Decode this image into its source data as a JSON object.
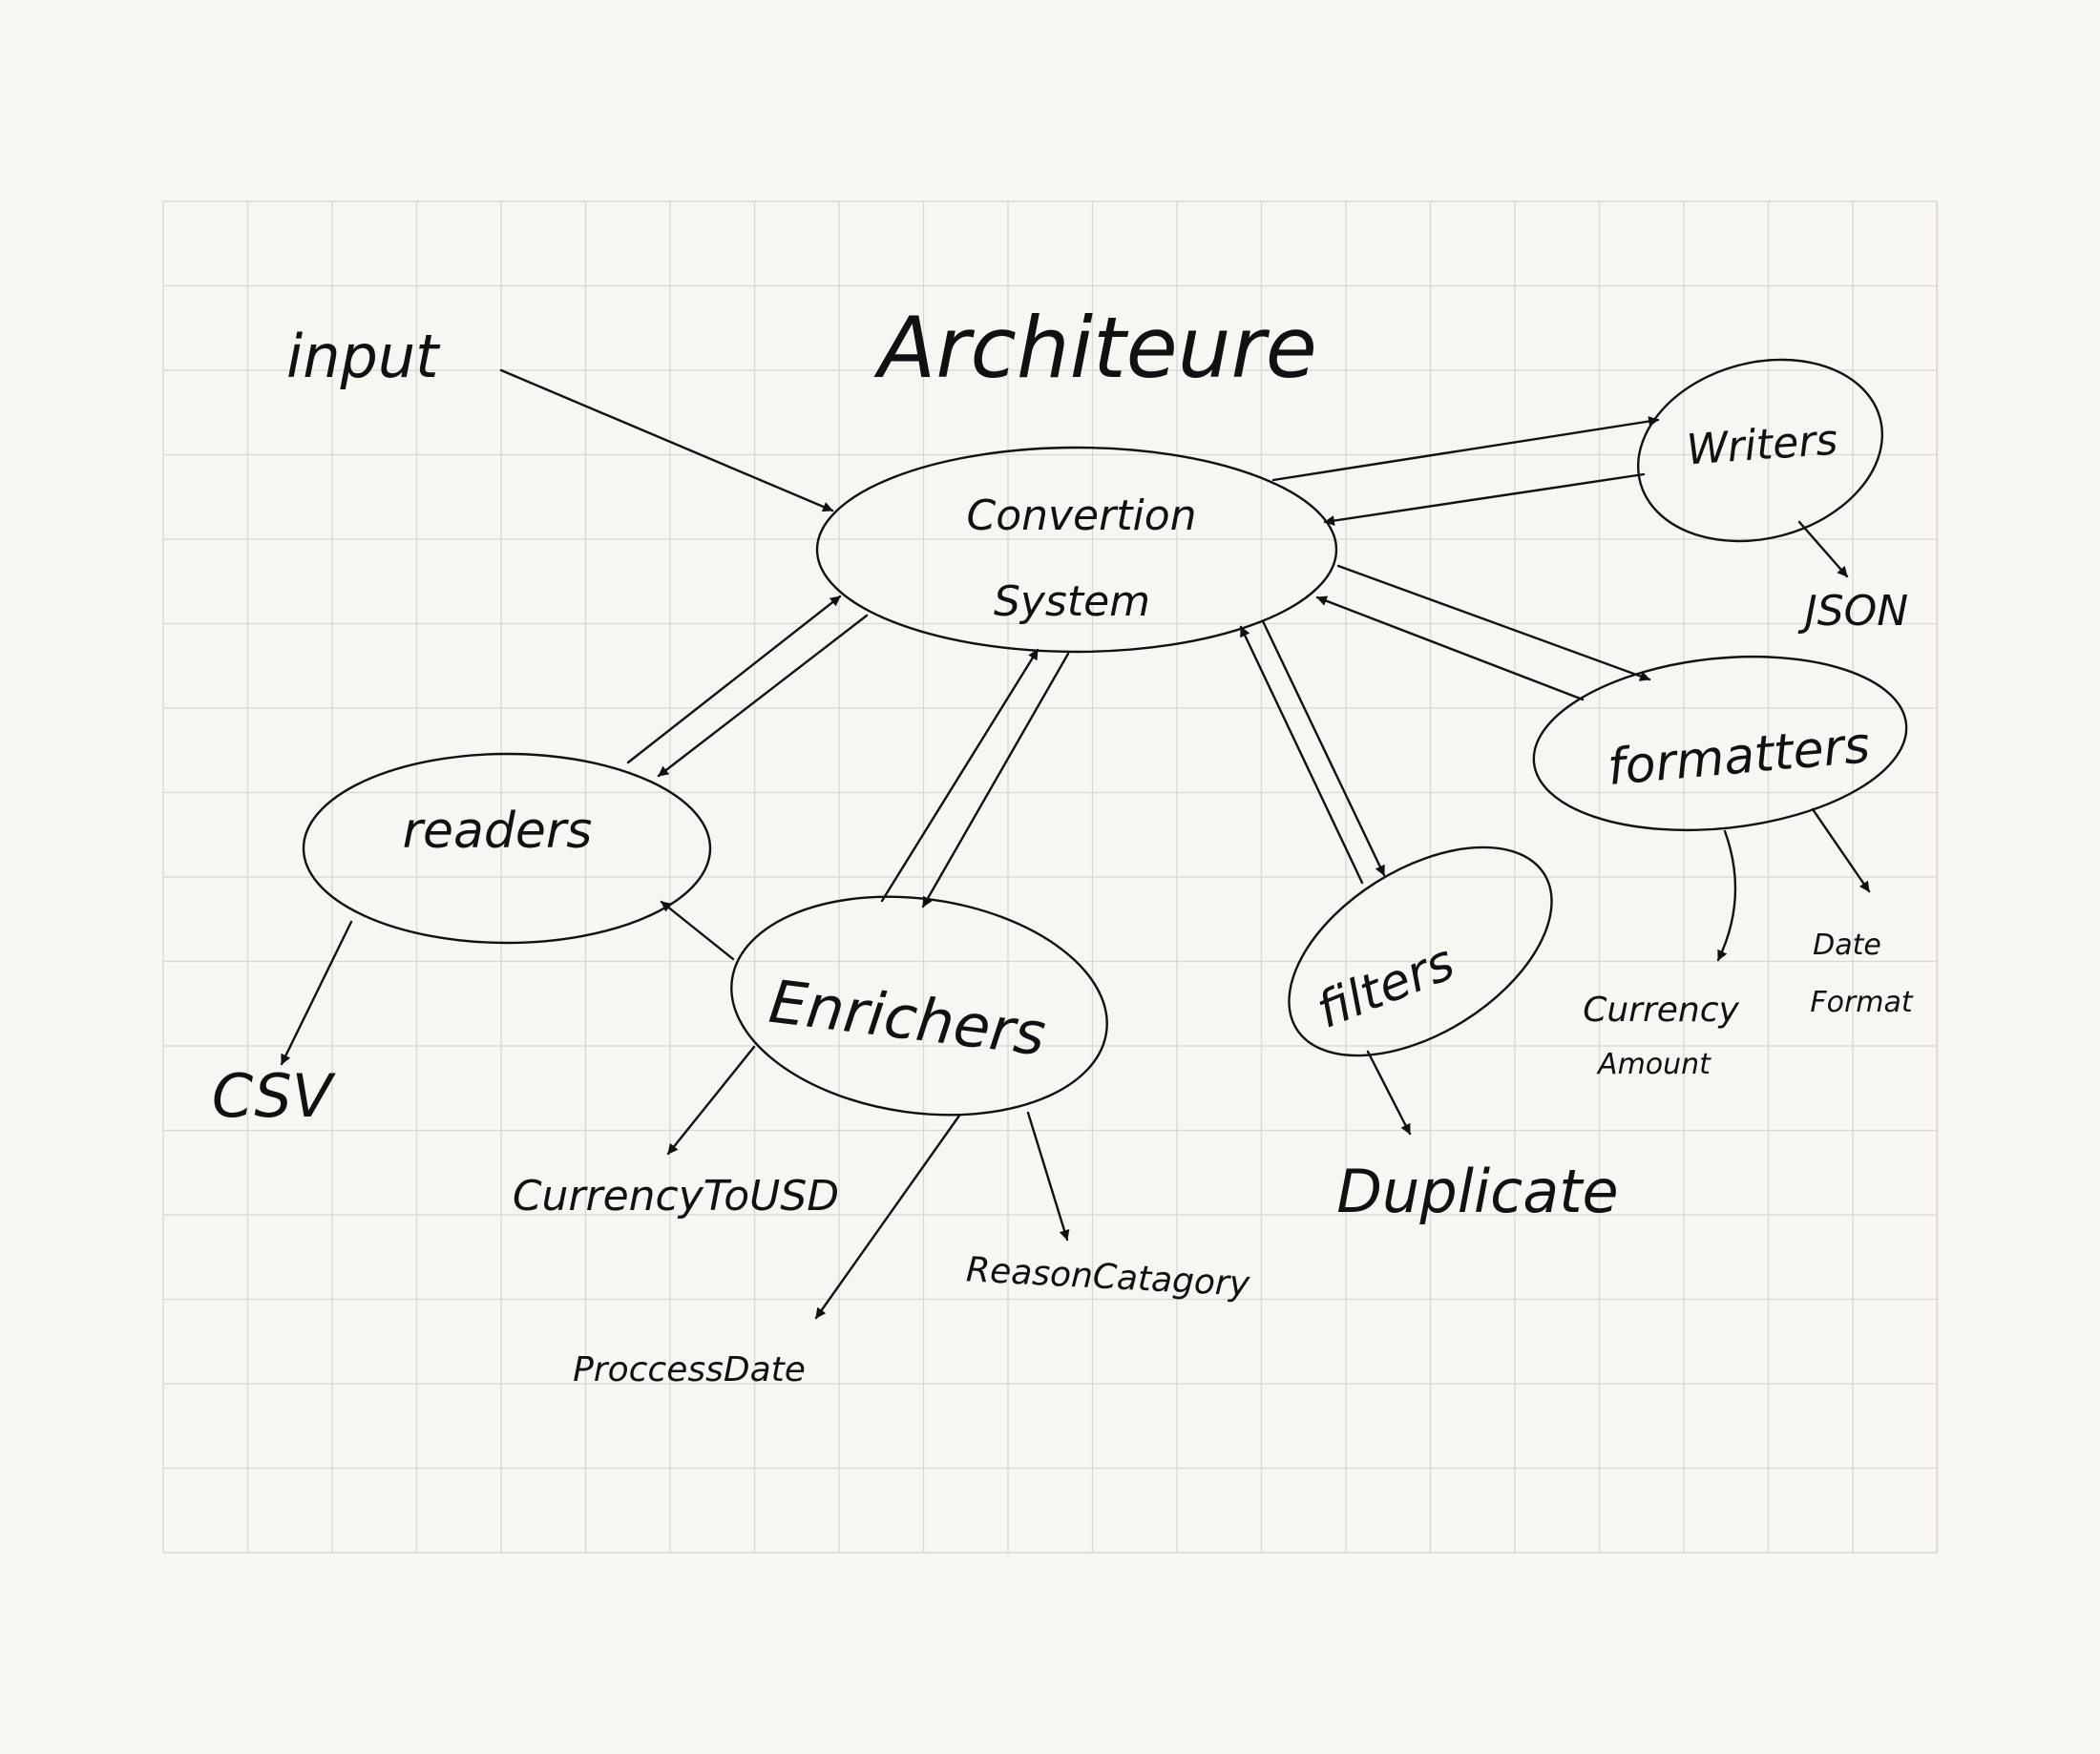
{
  "diagram": {
    "title": "Architeure",
    "input_label": "input",
    "nodes": {
      "convertion": {
        "line1": "Convertion",
        "line2": "System"
      },
      "writers": "Writers",
      "formatters": "formatters",
      "readers": "readers",
      "enrichers": "Enrichers",
      "filters": "filters"
    },
    "leaves": {
      "json": "JSON",
      "csv": "CSV",
      "currency_to_usd": "CurrencyToUSD",
      "process_date": "ProccessDate",
      "reason_category": "ReasonCatagory",
      "duplicate": "Duplicate",
      "currency_amount": {
        "line1": "Currency",
        "line2": "Amount"
      },
      "date_format": {
        "line1": "Date",
        "line2": "Format"
      }
    }
  }
}
